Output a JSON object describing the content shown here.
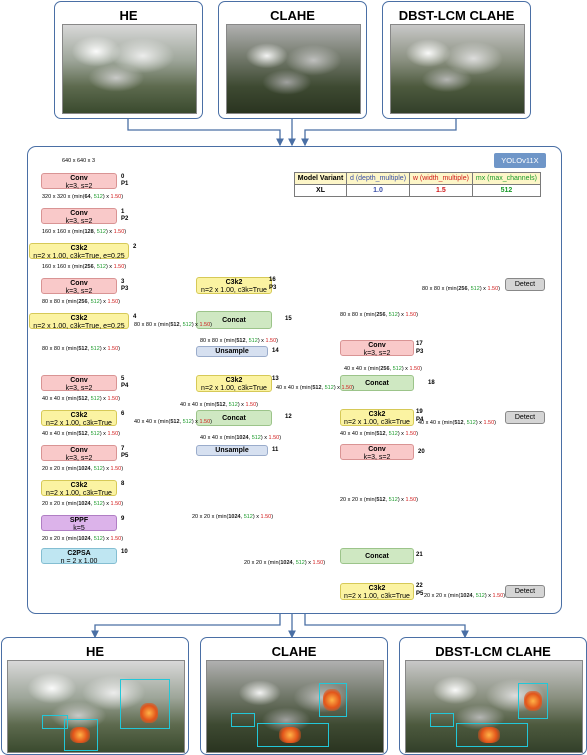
{
  "top_panels": [
    {
      "title": "HE"
    },
    {
      "title": "CLAHE"
    },
    {
      "title": "DBST-LCM CLAHE"
    }
  ],
  "bottom_panels": [
    {
      "title": "HE"
    },
    {
      "title": "CLAHE"
    },
    {
      "title": "DBST-LCM CLAHE"
    }
  ],
  "model": {
    "badge": "YOLOv11X",
    "table": {
      "headers": [
        "Model Variant",
        "d (depth_multiple)",
        "w (width_multiple)",
        "mx (max_channels)"
      ],
      "row": [
        "XL",
        "1.0",
        "1.5",
        "512"
      ]
    }
  },
  "input_label": "640 x 640 x 3",
  "backbone": [
    {
      "idx": "0",
      "tag": "P1",
      "title": "Conv",
      "sub": "k=3, s=2",
      "out": [
        "320 x 320 x (min(",
        "64",
        ", ",
        "512",
        ") x ",
        "1.50",
        ")"
      ]
    },
    {
      "idx": "1",
      "tag": "P2",
      "title": "Conv",
      "sub": "k=3, s=2",
      "out": [
        "160 x 160 x (min(",
        "128",
        ", ",
        "512",
        ") x ",
        "1.50",
        ")"
      ]
    },
    {
      "idx": "2",
      "tag": "",
      "title": "C3k2",
      "sub": "n=2 x 1.00, c3k=True, e=0.25",
      "out": [
        "160 x 160 x (min(",
        "256",
        ", ",
        "512",
        ") x ",
        "1.50",
        ")"
      ]
    },
    {
      "idx": "3",
      "tag": "P3",
      "title": "Conv",
      "sub": "k=3, s=2",
      "out": [
        "80 x 80 x (min(",
        "256",
        ", ",
        "512",
        ") x ",
        "1.50",
        ")"
      ]
    },
    {
      "idx": "4",
      "tag": "",
      "title": "C3k2",
      "sub": "n=2 x 1.00, c3k=True, e=0.25",
      "out": [
        "80 x 80 x (min(",
        "512",
        ", ",
        "512",
        ") x ",
        "1.50",
        ")"
      ]
    },
    {
      "idx": "5",
      "tag": "P4",
      "title": "Conv",
      "sub": "k=3, s=2",
      "out": [
        "40 x 40 x (min(",
        "512",
        ", ",
        "512",
        ") x ",
        "1.50",
        ")"
      ]
    },
    {
      "idx": "6",
      "tag": "",
      "title": "C3k2",
      "sub": "n=2 x 1.00, c3k=True",
      "out": [
        "40 x 40 x (min(",
        "512",
        ", ",
        "512",
        ") x ",
        "1.50",
        ")"
      ]
    },
    {
      "idx": "7",
      "tag": "P5",
      "title": "Conv",
      "sub": "k=3, s=2",
      "out": [
        "20 x 20 x (min(",
        "1024",
        ", ",
        "512",
        ") x ",
        "1.50",
        ")"
      ]
    },
    {
      "idx": "8",
      "tag": "",
      "title": "C3k2",
      "sub": "n=2 x 1.00, c3k=True",
      "out": [
        "20 x 20 x (min(",
        "1024",
        ", ",
        "512",
        ") x ",
        "1.50",
        ")"
      ]
    },
    {
      "idx": "9",
      "tag": "",
      "title": "SPPF",
      "sub": "k=5",
      "out": [
        "20 x 20 x (min(",
        "1024",
        ", ",
        "512",
        ") x ",
        "1.50",
        ")"
      ]
    },
    {
      "idx": "10",
      "tag": "",
      "title": "C2PSA",
      "sub": "n = 2 x 1.00",
      "out": [
        "20 x 20 x (min(",
        "1024",
        ", ",
        "512",
        ") x ",
        "1.50",
        ")"
      ]
    }
  ],
  "neck": [
    {
      "idx": "11",
      "title": "Unsample",
      "sub": ""
    },
    {
      "idx": "12",
      "title": "Concat",
      "sub": ""
    },
    {
      "idx": "13",
      "title": "C3k2",
      "sub": "n=2 x 1.00, c3k=True"
    },
    {
      "idx": "14",
      "title": "Unsample",
      "sub": ""
    },
    {
      "idx": "15",
      "title": "Concat",
      "sub": ""
    },
    {
      "idx": "16",
      "title": "C3k2",
      "sub": "n=2 x 1.00, c3k=True",
      "tag": "P3"
    },
    {
      "idx": "17",
      "title": "Conv",
      "sub": "k=3, s=2",
      "tag": "P3"
    },
    {
      "idx": "18",
      "title": "Concat",
      "sub": ""
    },
    {
      "idx": "19",
      "title": "C3k2",
      "sub": "n=2 x 1.00, c3k=True",
      "tag": "P4"
    },
    {
      "idx": "20",
      "title": "Conv",
      "sub": "k=3, s=2"
    },
    {
      "idx": "21",
      "title": "Concat",
      "sub": ""
    },
    {
      "idx": "22",
      "title": "C3k2",
      "sub": "n=2 x 1.00, c3k=True",
      "tag": "P5"
    }
  ],
  "neck_labels": {
    "a": [
      "20 x 20 x (min(",
      "1024",
      ", ",
      "512",
      ") x ",
      "1.50",
      ")"
    ],
    "b": [
      "40 x 40 x (min(",
      "1024",
      ", ",
      "512",
      ") x ",
      "1.50",
      ")"
    ],
    "c": [
      "40 x 40 x (min(",
      "512",
      ", ",
      "512",
      ") x ",
      "1.50",
      ")"
    ],
    "d": [
      "40 x 40 x (min(",
      "512",
      ", ",
      "512",
      ") x ",
      "1.50",
      ")"
    ],
    "e": [
      "80 x 80 x (min(",
      "512",
      ", ",
      "512",
      ") x ",
      "1.50",
      ")"
    ],
    "f": [
      "80 x 80 x (min(",
      "512",
      ", ",
      "512",
      ") x ",
      "1.50",
      ")"
    ],
    "g": [
      "80 x 80 x (min(",
      "256",
      ", ",
      "512",
      ") x ",
      "1.50",
      ")"
    ],
    "h": [
      "80 x 80 x (min(",
      "256",
      ", ",
      "512",
      ") x ",
      "1.50",
      ")"
    ],
    "i": [
      "40 x 40 x (min(",
      "256",
      ", ",
      "512",
      ") x ",
      "1.50",
      ")"
    ],
    "j": [
      "40 x 40 x (min(",
      "512",
      ", ",
      "512",
      ") x ",
      "1.50",
      ")"
    ],
    "k": [
      "40 x 40 x (min(",
      "512",
      ", ",
      "512",
      ") x ",
      "1.50",
      ")"
    ],
    "l": [
      "40 x 40 x (min(",
      "512",
      ", ",
      "512",
      ") x ",
      "1.50",
      ")"
    ],
    "m": [
      "20 x 20 x (min(",
      "512",
      ", ",
      "512",
      ") x ",
      "1.50",
      ")"
    ],
    "n": [
      "20 x 20 x (min(",
      "1024",
      ", ",
      "512",
      ") x ",
      "1.50",
      ")"
    ],
    "o": [
      "20 x 20 x (min(",
      "1024",
      ", ",
      "512",
      ") x ",
      "1.50",
      ")"
    ]
  },
  "detect_label": "Detect",
  "colors": {
    "conv": "#f9c9c9",
    "c3k2": "#fbf3a2",
    "sppf": "#dcb3ea",
    "c2psa": "#bfe6f2",
    "concat": "#cfe8c2",
    "upsample": "#d6e0f0",
    "detect": "#d5d5d5",
    "border": "#4a6fa5",
    "detection_box": "#22c7d8"
  }
}
